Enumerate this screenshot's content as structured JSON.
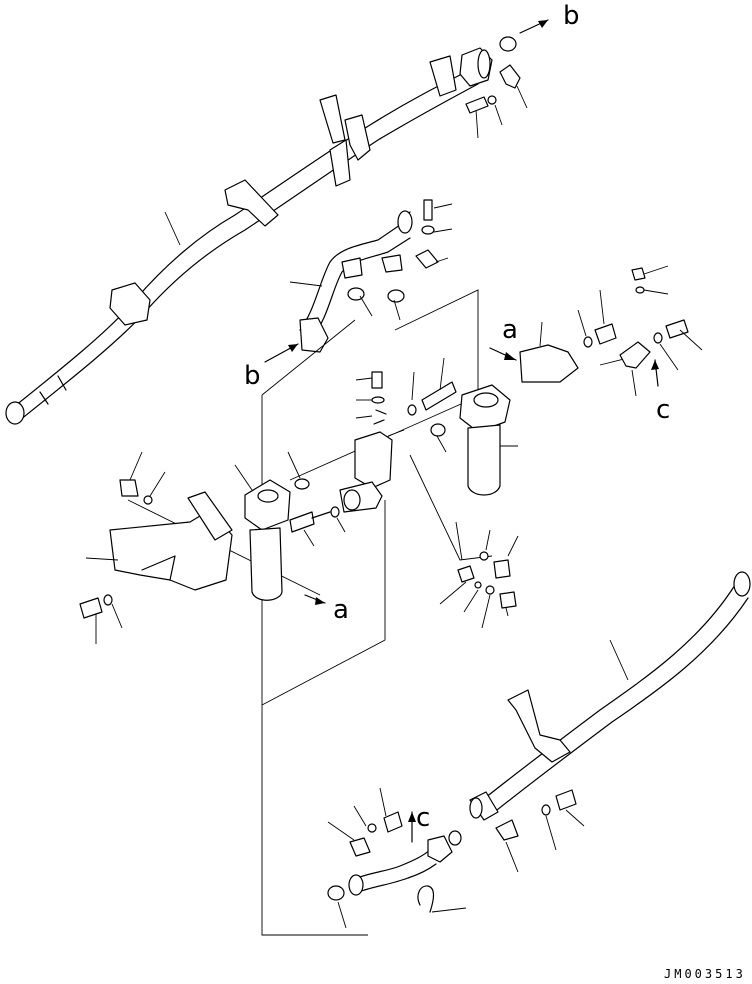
{
  "callouts": {
    "a": "a",
    "b": "b",
    "c": "c"
  },
  "drawing_number": "JM003513"
}
